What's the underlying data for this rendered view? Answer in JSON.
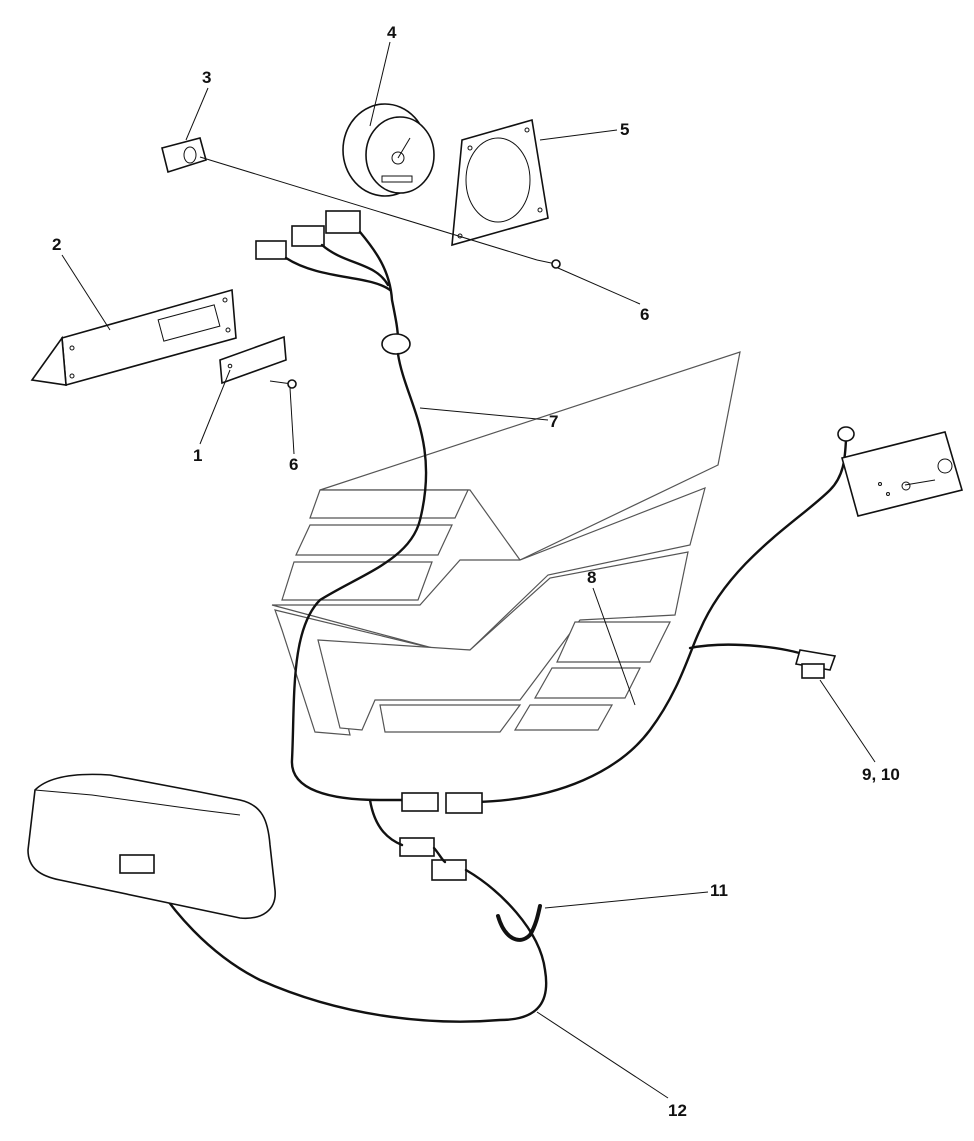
{
  "callouts": [
    {
      "id": "1",
      "text": "1"
    },
    {
      "id": "2",
      "text": "2"
    },
    {
      "id": "3",
      "text": "3"
    },
    {
      "id": "4",
      "text": "4"
    },
    {
      "id": "5",
      "text": "5"
    },
    {
      "id": "6a",
      "text": "6"
    },
    {
      "id": "6b",
      "text": "6"
    },
    {
      "id": "7",
      "text": "7"
    },
    {
      "id": "8",
      "text": "8"
    },
    {
      "id": "9_10",
      "text": "9, 10"
    },
    {
      "id": "11",
      "text": "11"
    },
    {
      "id": "12",
      "text": "12"
    }
  ]
}
